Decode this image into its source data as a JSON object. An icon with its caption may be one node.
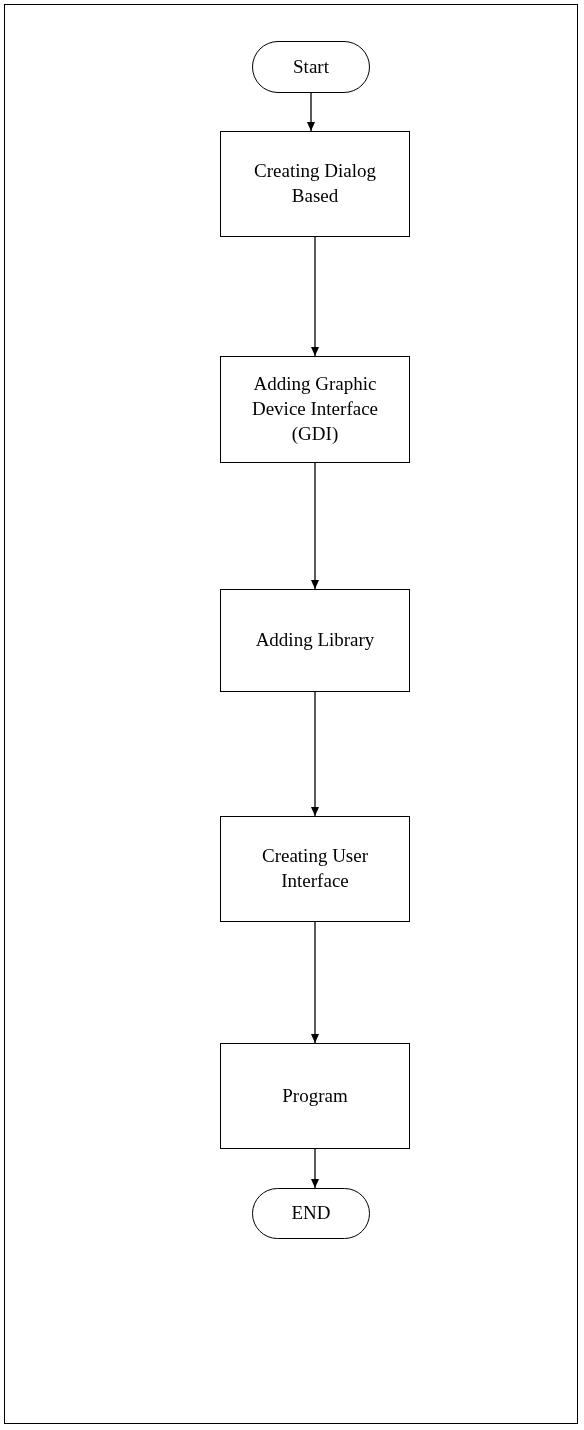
{
  "diagram": {
    "nodes": [
      {
        "text": [
          "Start"
        ]
      },
      {
        "text": [
          "Creating Dialog Based"
        ]
      },
      {
        "text": [
          "Adding Graphic Device Interface (GDI)"
        ]
      },
      {
        "text": [
          "Adding Library"
        ]
      },
      {
        "text": [
          "Creating User Interface"
        ]
      },
      {
        "text": [
          "Program"
        ]
      },
      {
        "text": [
          "END"
        ]
      }
    ],
    "edges": [
      {
        "from": 0,
        "to": 1,
        "arrow": "to"
      },
      {
        "from": 1,
        "to": 2,
        "arrow": "to"
      },
      {
        "from": 2,
        "to": 3,
        "arrow": "to"
      },
      {
        "from": 3,
        "to": 4,
        "arrow": "to"
      },
      {
        "from": 4,
        "to": 5,
        "arrow": "to"
      },
      {
        "from": 5,
        "to": 6,
        "arrow": "to"
      }
    ]
  }
}
